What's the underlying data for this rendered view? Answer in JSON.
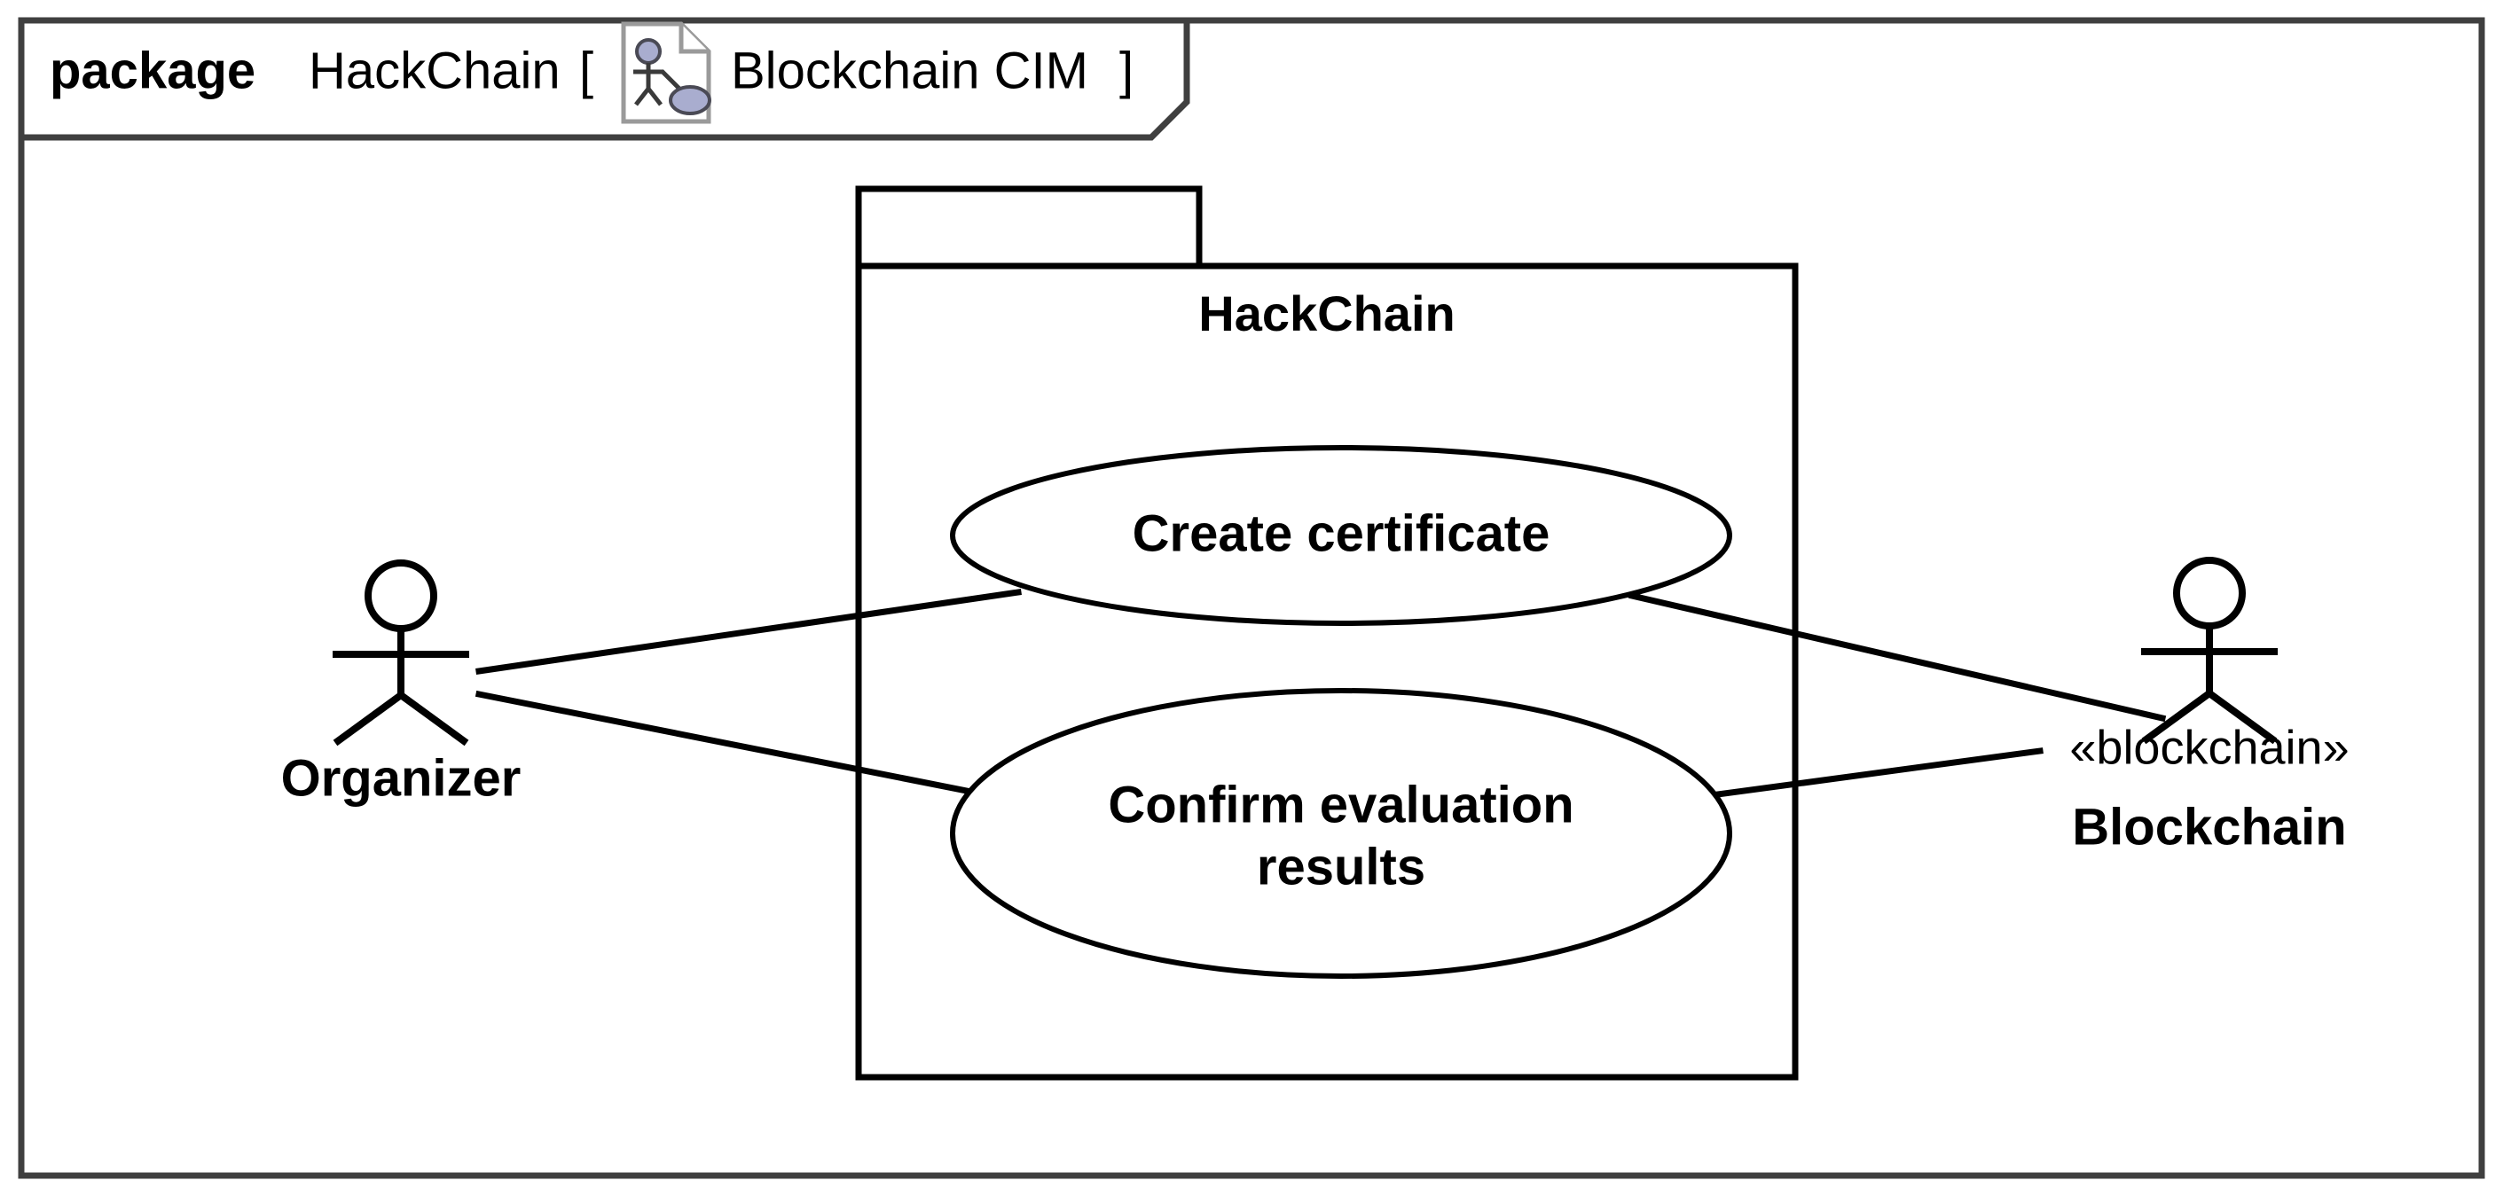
{
  "diagram": {
    "kind": "uml-use-case-diagram",
    "header": {
      "keyword": "package",
      "package_name": "HackChain",
      "bracket_open": "[",
      "bracket_close": "]",
      "frame_icon": "use-case-diagram-document-icon",
      "frame_title": "Blockchain CIM"
    },
    "subject": {
      "name": "HackChain",
      "icon": "package-folder-shape"
    },
    "use_cases": [
      {
        "id": "uc-create-certificate",
        "label": "Create certificate",
        "lines": [
          "Create certificate"
        ]
      },
      {
        "id": "uc-confirm-evaluation-results",
        "label": "Confirm evaluation results",
        "lines": [
          "Confirm evaluation",
          "results"
        ]
      }
    ],
    "actors": [
      {
        "id": "actor-organizer",
        "name": "Organizer",
        "stereotype": "",
        "side": "left"
      },
      {
        "id": "actor-blockchain",
        "name": "Blockchain",
        "stereotype": "«blockchain»",
        "side": "right"
      }
    ],
    "associations": [
      {
        "from": "actor-organizer",
        "to": "uc-create-certificate"
      },
      {
        "from": "actor-organizer",
        "to": "uc-confirm-evaluation-results"
      },
      {
        "from": "uc-create-certificate",
        "to": "actor-blockchain"
      },
      {
        "from": "uc-confirm-evaluation-results",
        "to": "actor-blockchain"
      }
    ],
    "colors": {
      "frame_border": "#3f3f3f",
      "shape_border": "#000000",
      "background": "#ffffff",
      "icon_accent": "#a9adcf",
      "icon_outline": "#9a9a9a"
    }
  }
}
